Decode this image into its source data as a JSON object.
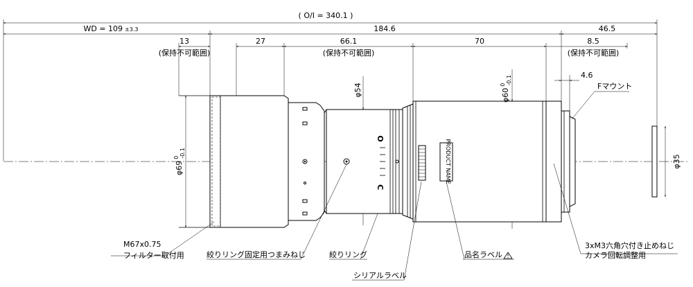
{
  "dimensions": {
    "oi": "( O/I = 340.1 )",
    "wd": "WD = 109",
    "wd_tol": "±3.3",
    "len_184": "184.6",
    "len_465": "46.5",
    "len_13": "13",
    "len_27": "27",
    "len_661": "66.1",
    "len_70": "70",
    "len_85": "8.5",
    "len_46": "4.6",
    "no_hold": "(保持不可範囲)",
    "dia_69": "φ69",
    "dia_69_tol_top": "0",
    "dia_69_tol_bot": "-0.1",
    "dia_54": "φ54",
    "dia_60": "φ60",
    "dia_60_tol_top": "0",
    "dia_60_tol_bot": "-0.1",
    "dia_35": "φ35"
  },
  "labels": {
    "f_mount": "Fマウント",
    "filter_line1": "M67x0.75",
    "filter_line2": "フィルター取付用",
    "iris_lock": "絞りリング固定用つまみねじ",
    "iris_ring": "絞りリング",
    "serial_label": "シリアルラベル",
    "product_label": "品名ラベル",
    "warning_mark": "!",
    "set_screw_line1": "3xM3六角穴付き止めねじ",
    "set_screw_line2": "カメラ回転調整用",
    "ring_open": "O",
    "ring_close": "C",
    "product_name_text": "PRODUCT NAME"
  }
}
